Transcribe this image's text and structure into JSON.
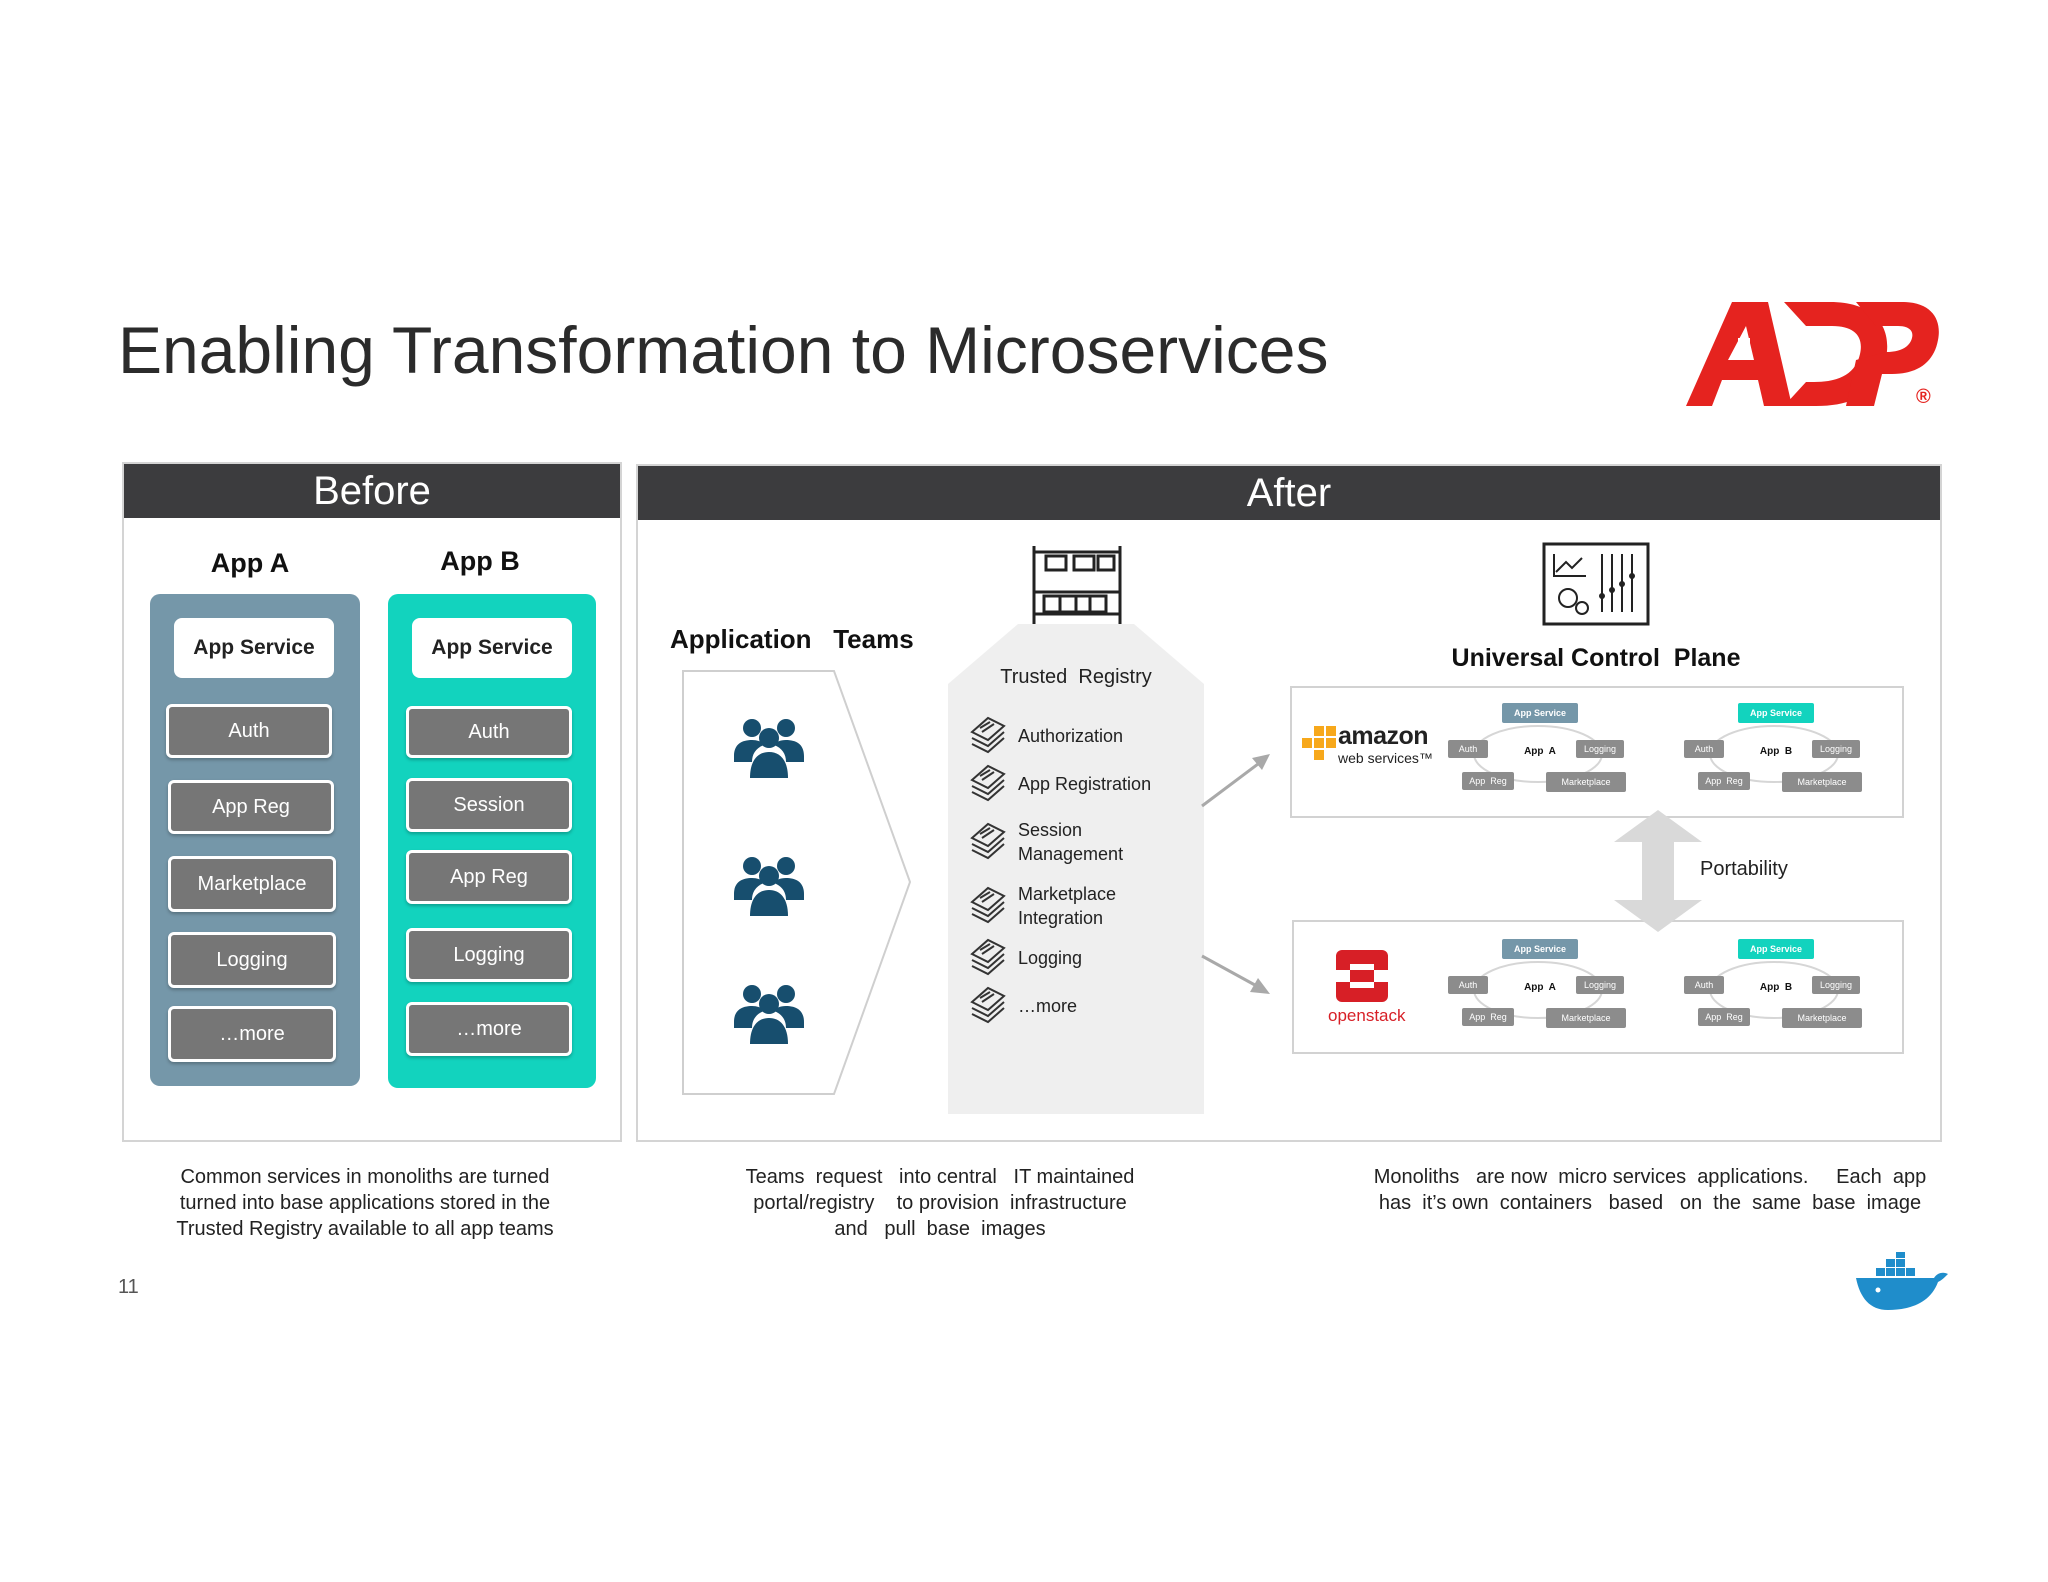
{
  "title": "Enabling Transformation to Microservices",
  "logo": {
    "text": "ADP",
    "registered": "®",
    "color": "#e5231f"
  },
  "page_number": "11",
  "before": {
    "header": "Before",
    "app_a": {
      "title": "App A",
      "service": "App Service",
      "items": [
        "Auth",
        "App  Reg",
        "Marketplace",
        "Logging",
        "…more"
      ],
      "color": "#7597a9"
    },
    "app_b": {
      "title": "App  B",
      "service": "App Service",
      "items": [
        "Auth",
        "Session",
        "App  Reg",
        "Logging",
        "…more"
      ],
      "color": "#12d3be"
    },
    "caption": [
      "Common  services  in monoliths   are turned",
      "turned  into base applications   stored  in the",
      "Trusted  Registry  available  to all app teams"
    ]
  },
  "after": {
    "header": "After",
    "app_teams": {
      "title": "Application   Teams",
      "icon": "people-group-icon",
      "icon_color": "#174e6e"
    },
    "registry": {
      "title": "Trusted  Registry",
      "icon": "registry-rack-icon",
      "items": [
        [
          "Authorization"
        ],
        [
          "App Registration"
        ],
        [
          "Session",
          "Management"
        ],
        [
          "Marketplace",
          "Integration"
        ],
        [
          "Logging"
        ],
        [
          "…more"
        ]
      ]
    },
    "control_plane": {
      "title": "Universal Control  Plane",
      "icon": "dashboard-control-icon",
      "portability": "Portability",
      "clouds": [
        {
          "provider": "amazon",
          "provider_sub": "web services™",
          "apps": [
            {
              "service": "App Service",
              "name": "App  A",
              "items": [
                "Auth",
                "Logging",
                "App  Reg",
                "Marketplace"
              ],
              "color": "#7597a9"
            },
            {
              "service": "App Service",
              "name": "App  B",
              "items": [
                "Auth",
                "Logging",
                "App  Reg",
                "Marketplace"
              ],
              "color": "#12d3be"
            }
          ]
        },
        {
          "provider": "openstack",
          "provider_sub": "",
          "apps": [
            {
              "service": "App Service",
              "name": "App  A",
              "items": [
                "Auth",
                "Logging",
                "App  Reg",
                "Marketplace"
              ],
              "color": "#7597a9"
            },
            {
              "service": "App Service",
              "name": "App  B",
              "items": [
                "Auth",
                "Logging",
                "App  Reg",
                "Marketplace"
              ],
              "color": "#12d3be"
            }
          ]
        }
      ]
    },
    "captions": {
      "teams": [
        "Teams  request   into central   IT maintained",
        "portal/registry    to provision  infrastructure",
        "and   pull  base  images"
      ],
      "monoliths": [
        "Monoliths   are now  micro services  applications.     Each  app",
        "has  it’s own  containers   based   on  the  same  base  image"
      ]
    }
  }
}
